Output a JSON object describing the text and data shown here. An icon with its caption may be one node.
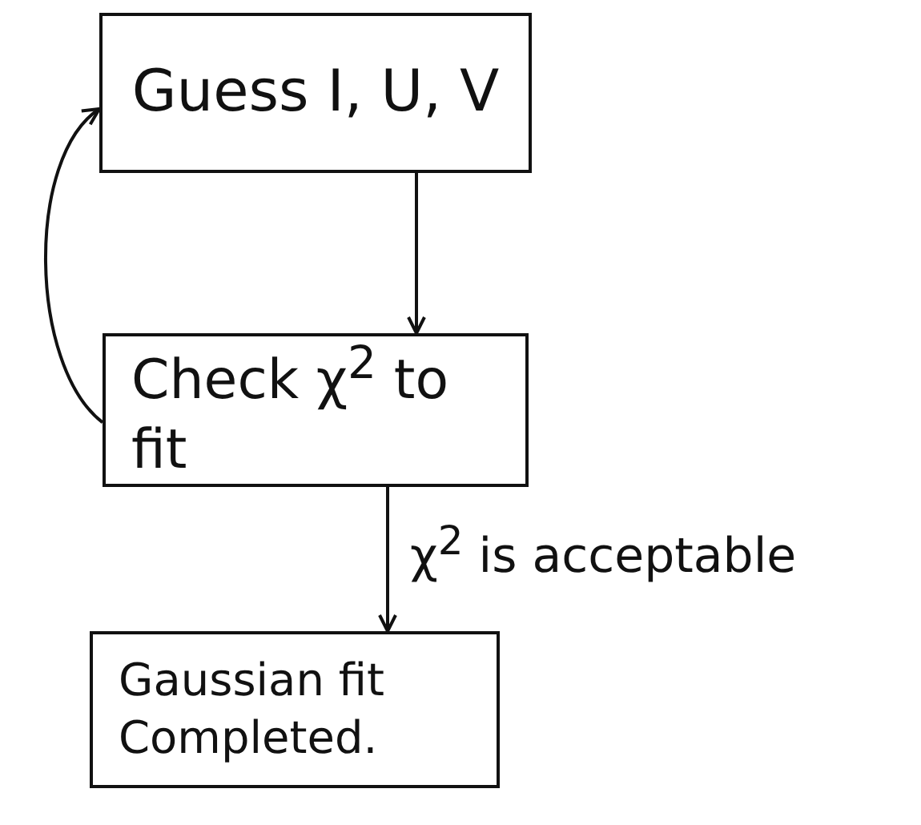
{
  "diagram": {
    "nodes": [
      {
        "text": [
          "Guess I, U, V"
        ]
      },
      {
        "text": [
          "Check χ$^{2}$ to fit"
        ]
      },
      {
        "text": [
          "Gaussian fit Completed."
        ]
      }
    ],
    "edges": [
      {
        "from": 0,
        "to": 1,
        "arrow": "to"
      },
      {
        "from": 1,
        "to": 0,
        "arrow": "to"
      },
      {
        "from": 1,
        "to": 2,
        "arrow": "to",
        "label": "χ$^{2}$ is acceptable"
      }
    ]
  }
}
